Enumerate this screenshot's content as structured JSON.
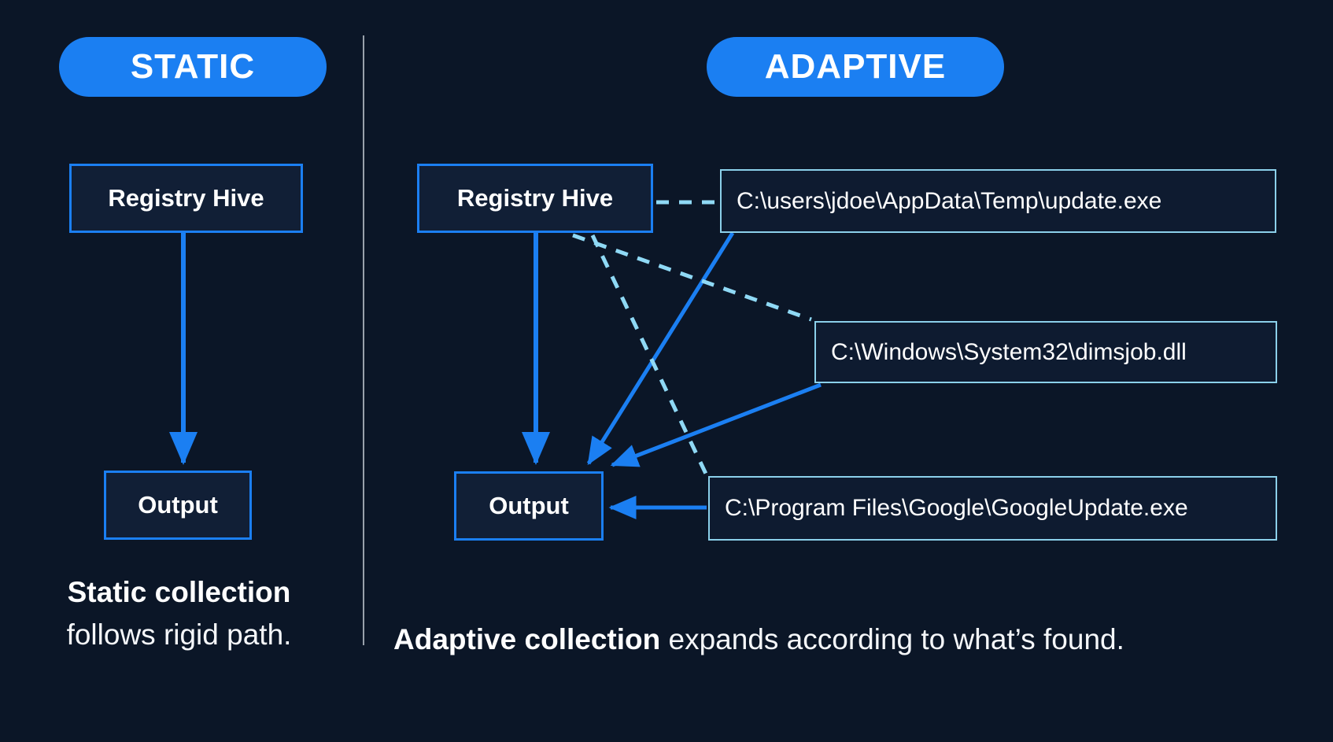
{
  "colors": {
    "background": "#0b1627",
    "accent_blue": "#1b7ff2",
    "dash_cyan": "#8fd9f5",
    "pathbox_border": "#8bd0ea",
    "divider_gray": "#99a1ab",
    "text_white": "#ffffff"
  },
  "static_panel": {
    "badge": "STATIC",
    "nodes": {
      "registry_hive": "Registry Hive",
      "output": "Output"
    },
    "caption_bold": "Static collection",
    "caption_rest": "follows rigid path."
  },
  "adaptive_panel": {
    "badge": "ADAPTIVE",
    "nodes": {
      "registry_hive": "Registry Hive",
      "output": "Output"
    },
    "paths": [
      "C:\\users\\jdoe\\AppData\\Temp\\update.exe",
      "C:\\Windows\\System32\\dimsjob.dll",
      "C:\\Program Files\\Google\\GoogleUpdate.exe"
    ],
    "caption_bold": "Adaptive collection",
    "caption_rest": " expands according to what’s found."
  }
}
